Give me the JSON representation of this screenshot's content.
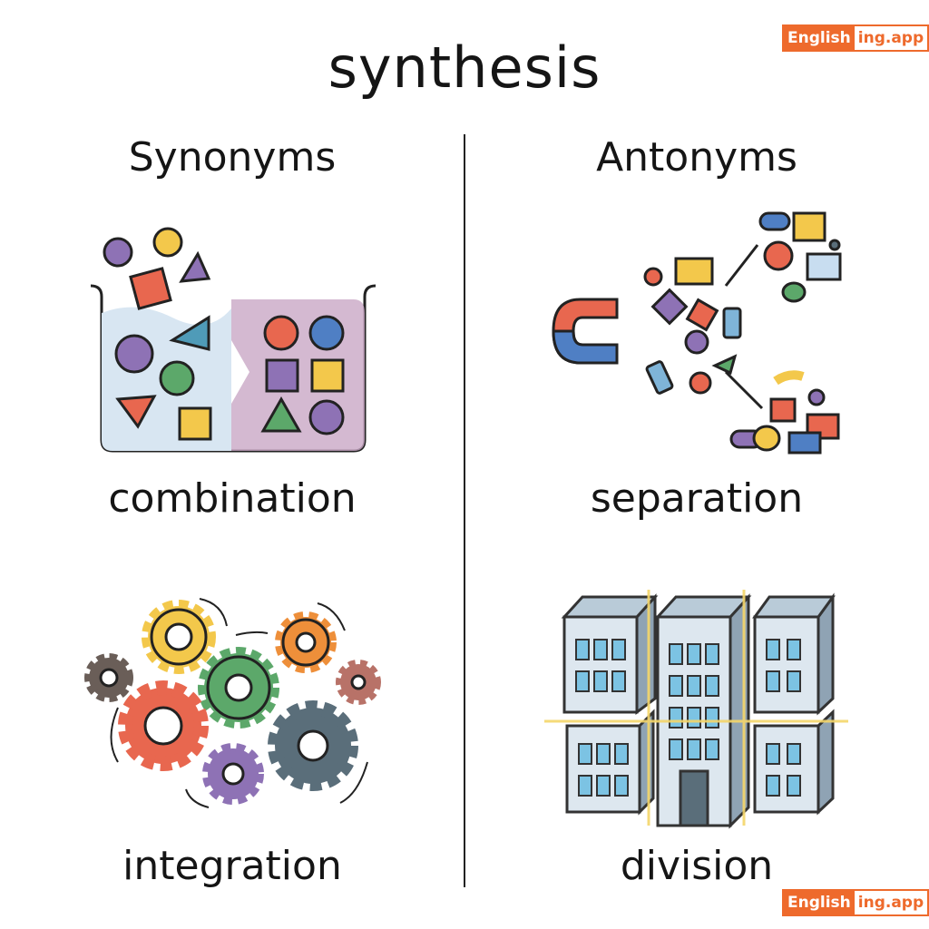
{
  "title": "synthesis",
  "synonyms": {
    "heading": "Synonyms",
    "words": [
      "combination",
      "integration"
    ]
  },
  "antonyms": {
    "heading": "Antonyms",
    "words": [
      "separation",
      "division"
    ]
  },
  "logo": {
    "part1": "English",
    "part2": "ing.app"
  },
  "colors": {
    "accent": "#ee6a2c",
    "red": "#e8674f",
    "yellow": "#f3c84b",
    "purple": "#8e72b5",
    "green": "#5ca86a",
    "blue": "#4f7fc4",
    "slate": "#5a6e7a"
  }
}
